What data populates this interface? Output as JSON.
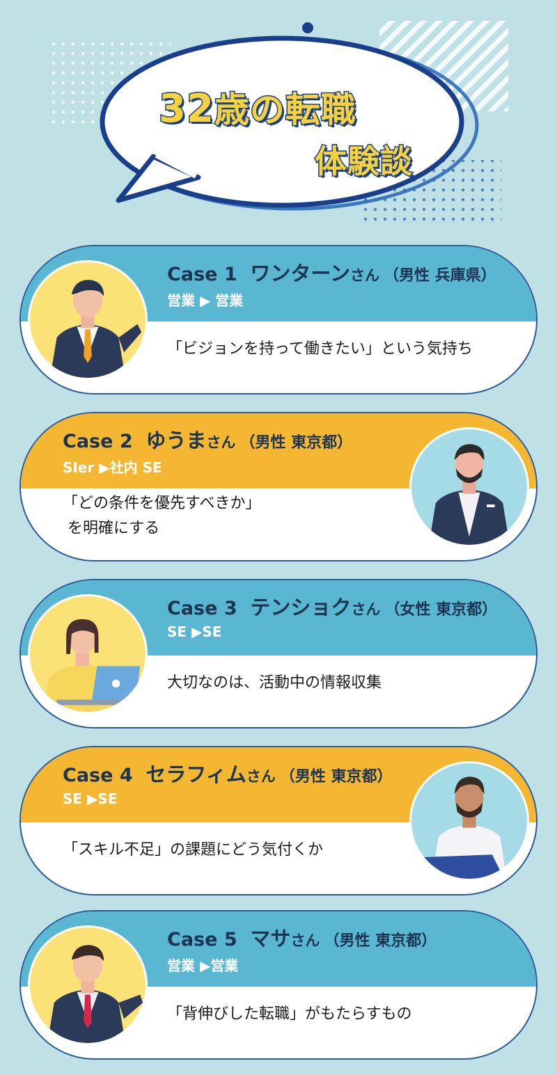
{
  "header": {
    "title_num": "32",
    "title_line1": "歳の転職",
    "title_line2": "体験談"
  },
  "cases": [
    {
      "case_label": "Case 1",
      "name": "ワンターン",
      "honorific": "さん",
      "meta": "（男性 兵庫県）",
      "route": "営業 ▶ 営業",
      "quote_line1": "「ビジョンを持って働きたい」という気持ち",
      "quote_line2": ""
    },
    {
      "case_label": "Case 2",
      "name": "ゆうま",
      "honorific": "さん",
      "meta": "（男性 東京都）",
      "route": "SIer ▶社内 SE",
      "quote_line1": "「どの条件を優先すべきか」",
      "quote_line2": "を明確にする"
    },
    {
      "case_label": "Case 3",
      "name": "テンショク",
      "honorific": "さん",
      "meta": "（女性 東京都）",
      "route": "SE ▶SE",
      "quote_line1": "大切なのは、活動中の情報収集",
      "quote_line2": ""
    },
    {
      "case_label": "Case 4",
      "name": "セラフィム",
      "honorific": "さん",
      "meta": "（男性 東京都）",
      "route": "SE ▶SE",
      "quote_line1": "「スキル不足」の課題にどう気付くか",
      "quote_line2": ""
    },
    {
      "case_label": "Case 5",
      "name": "マサ",
      "honorific": "さん",
      "meta": "（男性 東京都）",
      "route": "営業 ▶営業",
      "quote_line1": "「背伸びした転職」がもたらすもの",
      "quote_line2": ""
    }
  ],
  "colors": {
    "background": "#bfe0e5",
    "blue_band": "#5ab7d2",
    "yellow_band": "#f5b731",
    "title_fill": "#f5d23e",
    "title_stroke": "#1a3f8a"
  }
}
